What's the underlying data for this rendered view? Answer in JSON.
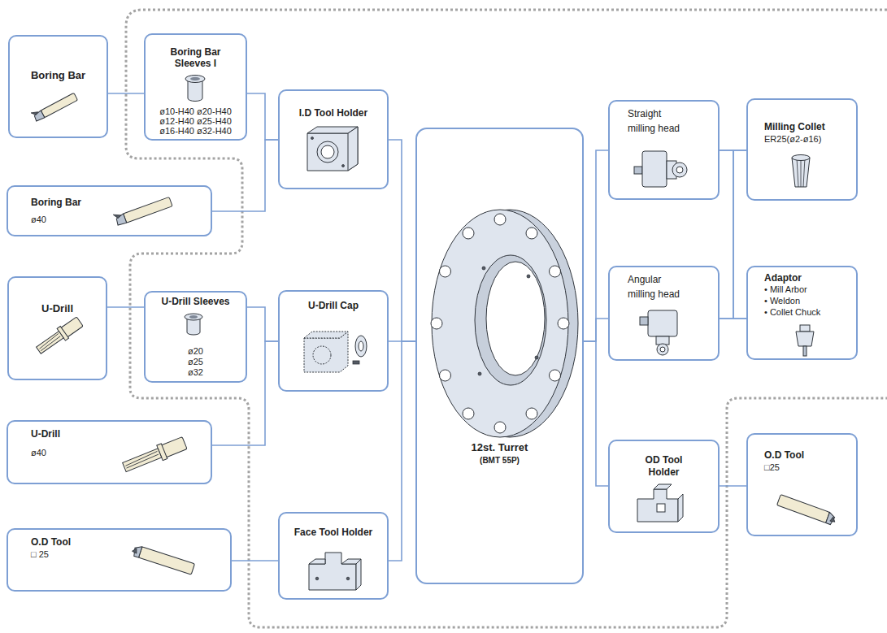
{
  "diagram": {
    "nodes": [
      {
        "text": [
          "Boring Bar"
        ]
      },
      {
        "text": [
          "Boring Bar Sleeves I",
          "ø10-H40 ø20-H40 ø12-H40 ø25-H40 ø16-H40 ø32-H40"
        ]
      },
      {
        "text": [
          "I.D Tool Holder"
        ]
      },
      {
        "text": [
          "Boring Bar",
          "ø40"
        ]
      },
      {
        "text": [
          "U-Drill"
        ]
      },
      {
        "text": [
          "U-Drill Sleeves",
          "ø20 ø25 ø32"
        ]
      },
      {
        "text": [
          "U-Drill Cap"
        ]
      },
      {
        "text": [
          "U-Drill",
          "ø40"
        ]
      },
      {
        "text": [
          "O.D Tool",
          "□ 25"
        ]
      },
      {
        "text": [
          "Face Tool Holder"
        ]
      },
      {
        "text": [
          "12st. Turret",
          "(BMT 55P)"
        ]
      },
      {
        "text": [
          "Straight milling head"
        ]
      },
      {
        "text": [
          "Milling Collet",
          "ER25(ø2-ø16)"
        ]
      },
      {
        "text": [
          "Angular milling head"
        ]
      },
      {
        "text": [
          "Adaptor",
          "• Mill Arbor",
          "• Weldon",
          "• Collet Chuck"
        ]
      },
      {
        "text": [
          "OD Tool Holder"
        ]
      },
      {
        "text": [
          "O.D Tool",
          "□25"
        ]
      }
    ],
    "edges": [
      {
        "from": 0,
        "to": 1,
        "arrow": "none"
      },
      {
        "from": 1,
        "to": 2,
        "arrow": "none"
      },
      {
        "from": 3,
        "to": 2,
        "arrow": "none"
      },
      {
        "from": 4,
        "to": 5,
        "arrow": "none"
      },
      {
        "from": 5,
        "to": 6,
        "arrow": "none"
      },
      {
        "from": 7,
        "to": 6,
        "arrow": "none"
      },
      {
        "from": 8,
        "to": 9,
        "arrow": "none"
      },
      {
        "from": 2,
        "to": 10,
        "arrow": "none"
      },
      {
        "from": 6,
        "to": 10,
        "arrow": "none"
      },
      {
        "from": 9,
        "to": 10,
        "arrow": "none"
      },
      {
        "from": 10,
        "to": 11,
        "arrow": "none"
      },
      {
        "from": 10,
        "to": 13,
        "arrow": "none"
      },
      {
        "from": 10,
        "to": 15,
        "arrow": "none"
      },
      {
        "from": 11,
        "to": 12,
        "arrow": "none"
      },
      {
        "from": 11,
        "to": 14,
        "arrow": "none"
      },
      {
        "from": 13,
        "to": 12,
        "arrow": "none"
      },
      {
        "from": 13,
        "to": 14,
        "arrow": "none"
      },
      {
        "from": 15,
        "to": 16,
        "arrow": "none"
      }
    ]
  }
}
